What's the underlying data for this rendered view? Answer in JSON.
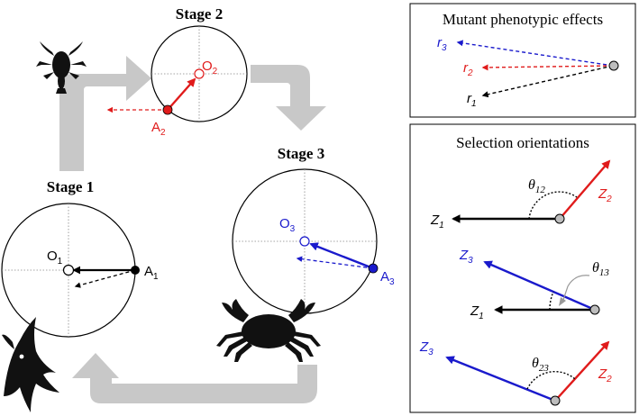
{
  "stages": {
    "s1": {
      "title": "Stage 1",
      "origin": "O",
      "origin_sub": "1",
      "point": "A",
      "point_sub": "1"
    },
    "s2": {
      "title": "Stage 2",
      "origin": "O",
      "origin_sub": "2",
      "point": "A",
      "point_sub": "2"
    },
    "s3": {
      "title": "Stage 3",
      "origin": "O",
      "origin_sub": "3",
      "point": "A",
      "point_sub": "3"
    }
  },
  "mutant_panel": {
    "title": "Mutant phenotypic effects",
    "labels": [
      {
        "base": "r",
        "sub": "3"
      },
      {
        "base": "r",
        "sub": "2"
      },
      {
        "base": "r",
        "sub": "1"
      }
    ]
  },
  "selection_panel": {
    "title": "Selection orientations",
    "z1": {
      "base": "Z",
      "sub": "1"
    },
    "z2": {
      "base": "Z",
      "sub": "2"
    },
    "z3": {
      "base": "Z",
      "sub": "3"
    },
    "theta12": {
      "base": "θ",
      "sub": "12"
    },
    "theta13": {
      "base": "θ",
      "sub": "13"
    },
    "theta23": {
      "base": "θ",
      "sub": "23"
    }
  },
  "colors": {
    "stage1": "#000000",
    "stage2": "#e01b1b",
    "stage3": "#1a1acc",
    "cycle_arrow": "#c8c8c8",
    "endpoint": "#bdbdbd"
  },
  "icons": [
    "larva-silhouette-icon",
    "fish-silhouette-icon",
    "crab-silhouette-icon"
  ]
}
